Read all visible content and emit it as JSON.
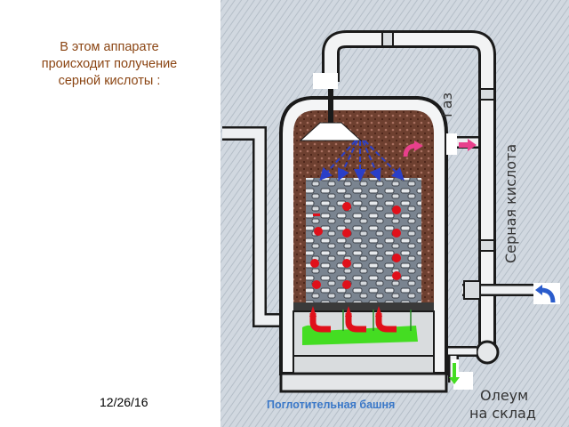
{
  "slide": {
    "caption_lines": [
      "В этом аппарате",
      "происходит получение",
      "серной кислоты :"
    ],
    "date": "12/26/16",
    "footer_title": "Поглотительная башня"
  },
  "diagram": {
    "labels": {
      "gas": "Газ",
      "acid": "Серная кислота",
      "oleum_line1": "Олеум",
      "oleum_line2": "на склад"
    }
  },
  "colors": {
    "caption": "#8B4513",
    "footer": "#3a78c8",
    "spray_arrows": "#2a3fc8",
    "drops": "#e0101a",
    "liquid": "#44dd22",
    "gas_arrow": "#e8408c",
    "return_arrow": "#2a5ccc",
    "background_photo": "#a8b6c4"
  },
  "icons": [
    "spray-arrow-icon",
    "curved-arrow-icon",
    "right-arrow-icon",
    "down-arrow-icon",
    "return-arrow-icon"
  ]
}
